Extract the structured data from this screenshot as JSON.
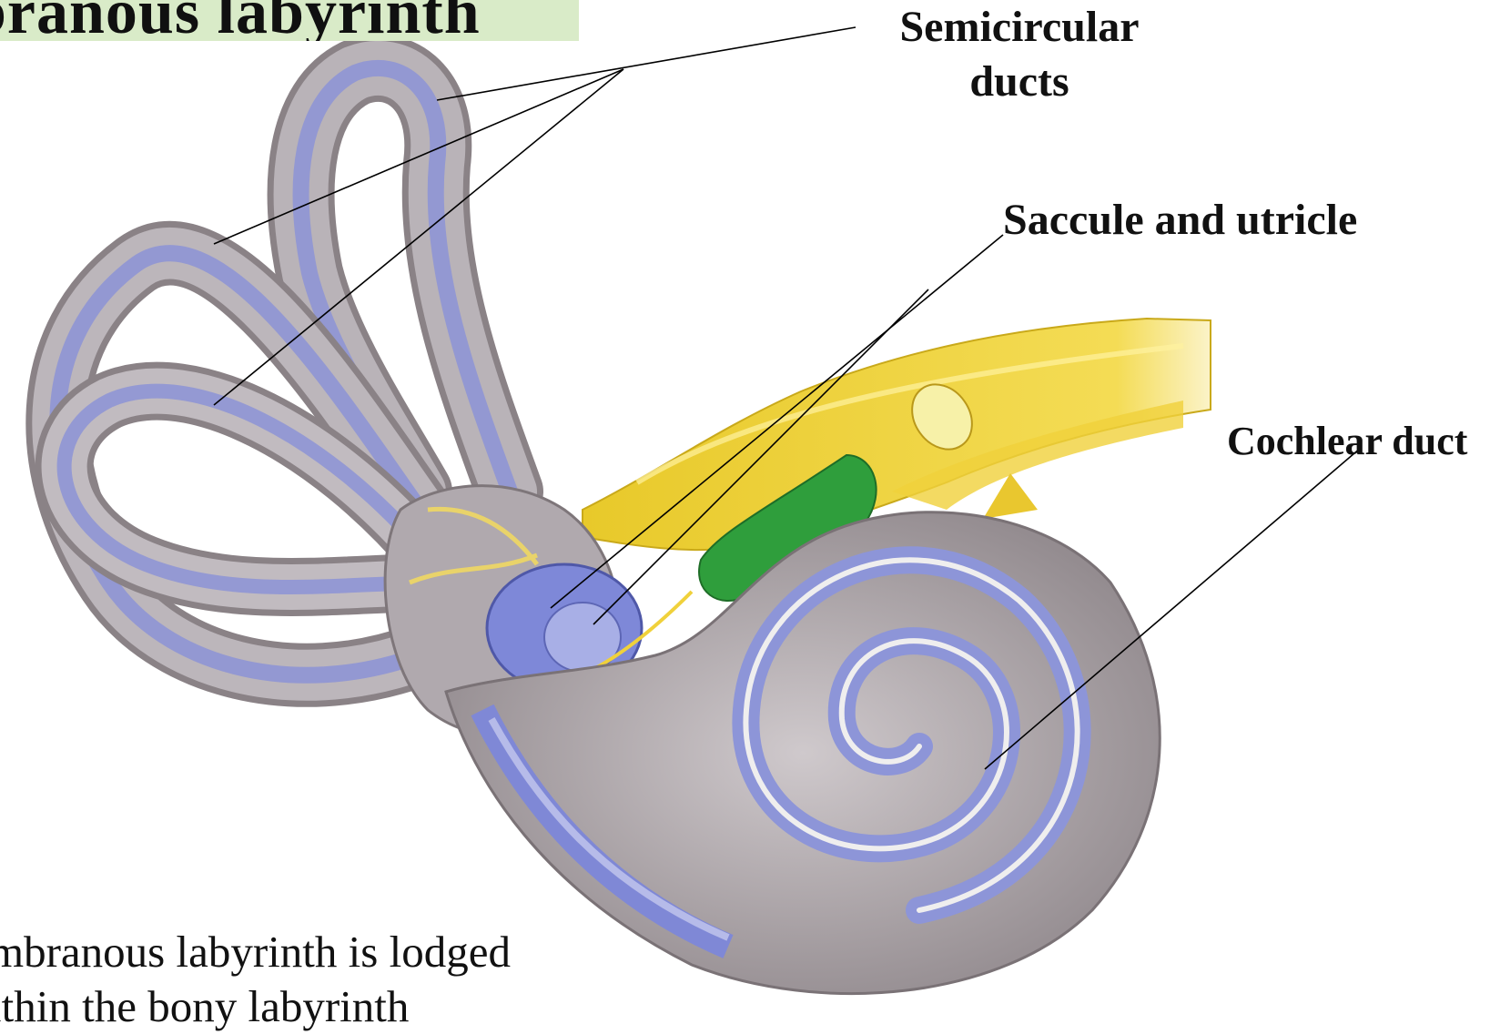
{
  "title": "branous labyrinth",
  "labels": {
    "semicircular_line1": "Semicircular",
    "semicircular_line2": "ducts",
    "saccule_utricle": "Saccule and utricle",
    "cochlear_duct": "Cochlear duct"
  },
  "caption": {
    "line1": "mbranous labyrinth is lodged",
    "line2": "ithin the bony labyrinth"
  },
  "colors": {
    "tube_gray": "#b9b3b8",
    "duct_blue": "#8c93d6",
    "nerve_yellow": "#f1d63a",
    "ganglion_green": "#2f9e3c",
    "title_bg": "#d9ebc8"
  }
}
